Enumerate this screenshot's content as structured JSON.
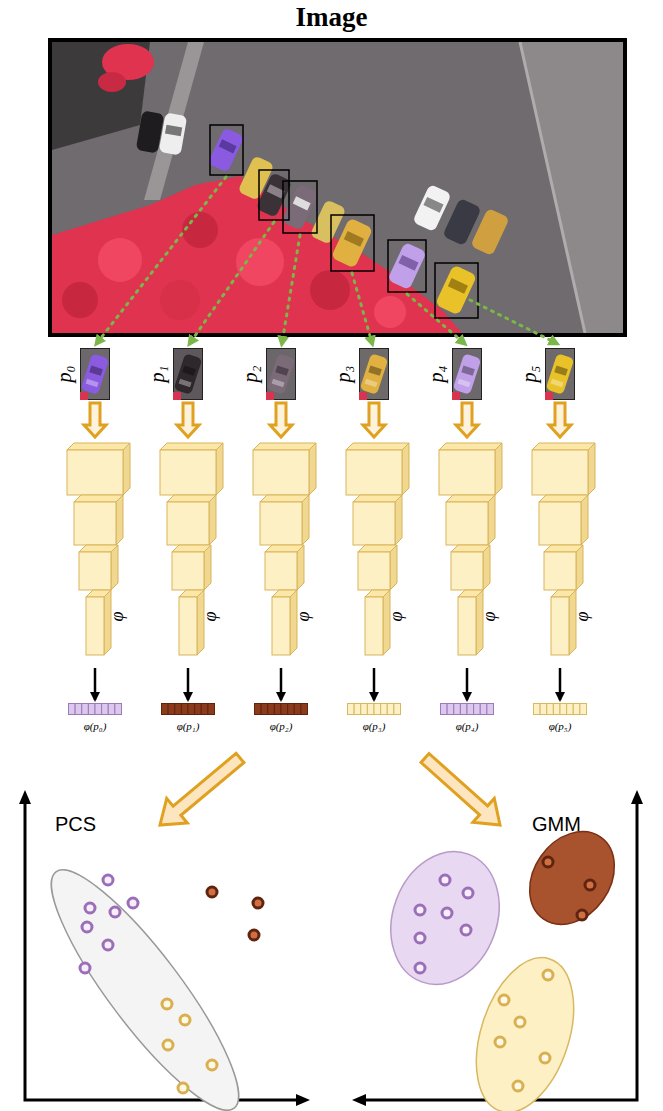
{
  "diagram": {
    "title": "Image",
    "nodes": [
      {
        "text": [
          "p₀"
        ]
      },
      {
        "text": [
          "p₁"
        ]
      },
      {
        "text": [
          "p₂"
        ]
      },
      {
        "text": [
          "p₃"
        ]
      },
      {
        "text": [
          "p₄"
        ]
      },
      {
        "text": [
          "p₅"
        ]
      },
      {
        "text": [
          "φ"
        ]
      },
      {
        "text": [
          "φ"
        ]
      },
      {
        "text": [
          "φ"
        ]
      },
      {
        "text": [
          "φ"
        ]
      },
      {
        "text": [
          "φ"
        ]
      },
      {
        "text": [
          "φ"
        ]
      },
      {
        "text": [
          "φ(p₀)"
        ]
      },
      {
        "text": [
          "φ(p₁)"
        ]
      },
      {
        "text": [
          "φ(p₂)"
        ]
      },
      {
        "text": [
          "φ(p₃)"
        ]
      },
      {
        "text": [
          "φ(p₄)"
        ]
      },
      {
        "text": [
          "φ(p₅)"
        ]
      },
      {
        "text": [
          "PCS"
        ]
      },
      {
        "text": [
          "GMM"
        ]
      }
    ],
    "edges": [
      {
        "from": 0,
        "to": 6,
        "arrow": "to"
      },
      {
        "from": 1,
        "to": 7,
        "arrow": "to"
      },
      {
        "from": 2,
        "to": 8,
        "arrow": "to"
      },
      {
        "from": 3,
        "to": 9,
        "arrow": "to"
      },
      {
        "from": 4,
        "to": 10,
        "arrow": "to"
      },
      {
        "from": 5,
        "to": 11,
        "arrow": "to"
      },
      {
        "from": 6,
        "to": 12,
        "arrow": "to"
      },
      {
        "from": 7,
        "to": 13,
        "arrow": "to"
      },
      {
        "from": 8,
        "to": 14,
        "arrow": "to"
      },
      {
        "from": 9,
        "to": 15,
        "arrow": "to"
      },
      {
        "from": 10,
        "to": 16,
        "arrow": "to"
      },
      {
        "from": 11,
        "to": 17,
        "arrow": "to"
      }
    ]
  }
}
